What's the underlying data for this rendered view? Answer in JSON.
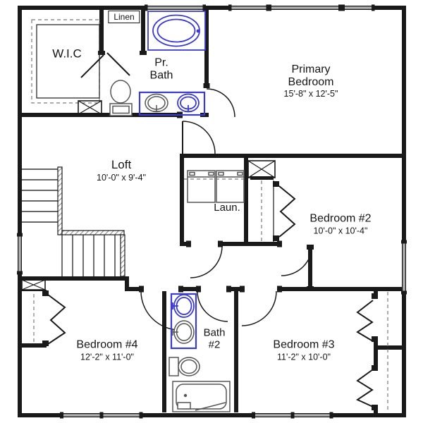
{
  "colors": {
    "wall": "#1a1a1a",
    "blue": "#3a3ad0",
    "gray": "#555555",
    "winfill": "#b3b3b3"
  },
  "rooms": {
    "wic": {
      "name": "W.I.C"
    },
    "linen": {
      "name": "Linen"
    },
    "pr_bath": {
      "name": "Pr.\nBath"
    },
    "primary_bedroom": {
      "name": "Primary\nBedroom",
      "dims": "15'-8\" x 12'-5\""
    },
    "loft": {
      "name": "Loft",
      "dims": "10'-0\" x 9'-4\""
    },
    "laundry": {
      "name": "Laun."
    },
    "bedroom_2": {
      "name": "Bedroom #2",
      "dims": "10'-0\" x 10'-4\""
    },
    "bedroom_4": {
      "name": "Bedroom #4",
      "dims": "12'-2\" x 11'-0\""
    },
    "bath_2": {
      "name": "Bath\n#2"
    },
    "bedroom_3": {
      "name": "Bedroom #3",
      "dims": "11'-2\" x 10'-0\""
    }
  }
}
